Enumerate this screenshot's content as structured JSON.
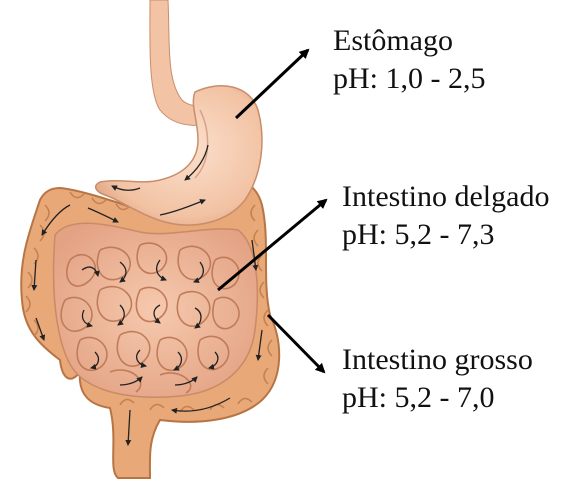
{
  "labels": {
    "stomach": {
      "name": "Estômago",
      "ph": "pH: 1,0 - 2,5"
    },
    "small_intestine": {
      "name": "Intestino delgado",
      "ph": "pH: 5,2 - 7,3"
    },
    "large_intestine": {
      "name": "Intestino grosso",
      "ph": "pH: 5,2 - 7,0"
    }
  },
  "colors": {
    "tissue": "#f3c4a3",
    "tissue_dark": "#d9936c",
    "colon": "#e8a573",
    "colon_dark": "#b8713f",
    "arrow": "#000000"
  }
}
